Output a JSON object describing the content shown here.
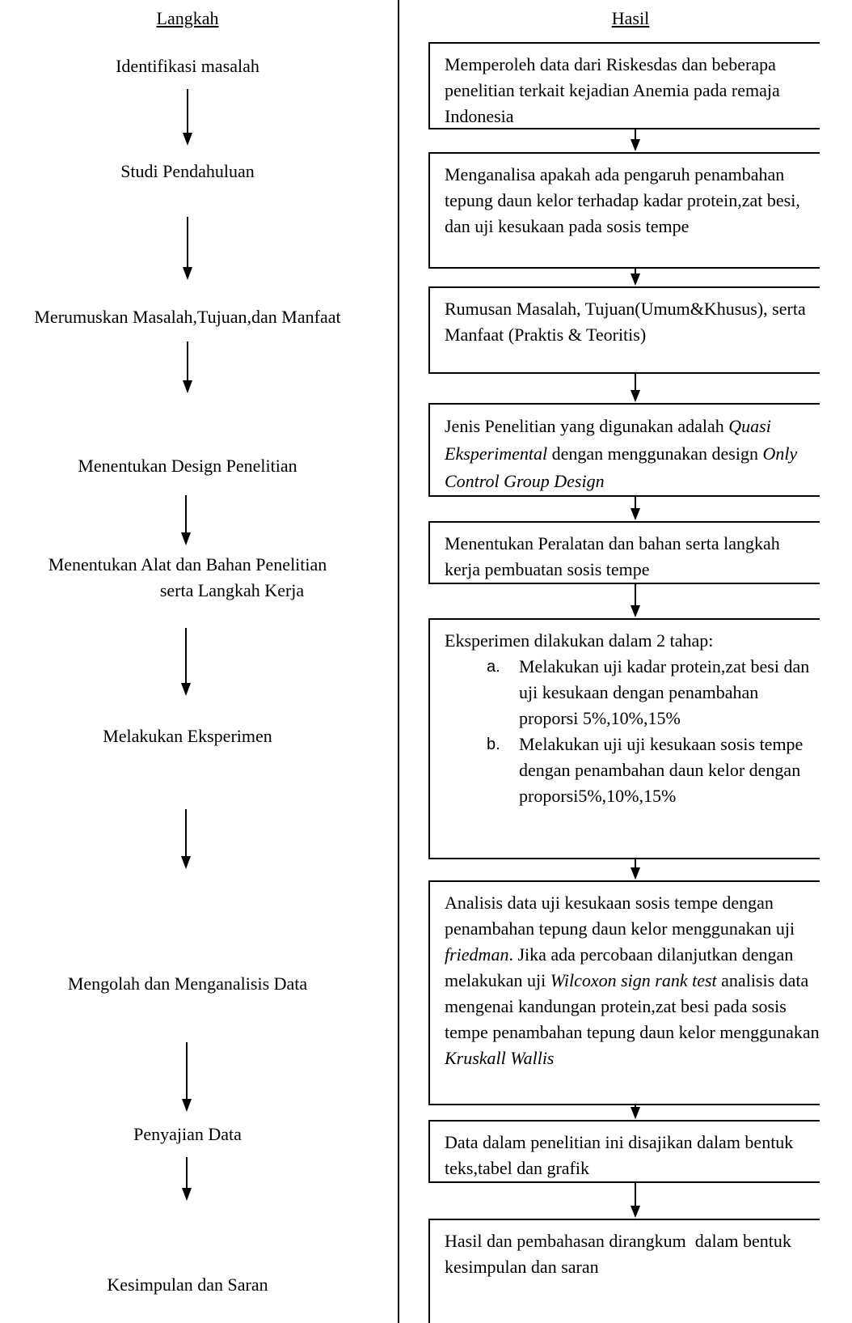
{
  "headers": {
    "left": "Langkah",
    "right": "Hasil"
  },
  "steps": [
    {
      "line1": "Identifikasi masalah"
    },
    {
      "line1": "Studi Pendahuluan"
    },
    {
      "line1": "Merumuskan Masalah,Tujuan,dan Manfaat"
    },
    {
      "line1": "Menentukan Design Penelitian"
    },
    {
      "line1": "Menentukan Alat dan Bahan Penelitian",
      "line2": "serta Langkah Kerja"
    },
    {
      "line1": "Melakukan Eksperimen"
    },
    {
      "line1": "Mengolah dan Menganalisis Data"
    },
    {
      "line1": "Penyajian Data"
    },
    {
      "line1": "Kesimpulan dan Saran"
    }
  ],
  "results": [
    {
      "text": "Memperoleh data dari Riskesdas dan beberapa penelitian terkait kejadian Anemia pada remaja Indonesia"
    },
    {
      "text": "Menganalisa apakah ada pengaruh penambahan tepung daun kelor terhadap kadar protein,zat besi, dan uji kesukaan pada sosis tempe"
    },
    {
      "text": "Rumusan Masalah, Tujuan(Umum&Khusus), serta Manfaat (Praktis & Teoritis)"
    },
    {
      "part1": "Jenis Penelitian yang digunakan adalah ",
      "em1": "Quasi Eksperimental",
      "part2": " dengan menggunakan design ",
      "em2": "Only Control Group Design"
    },
    {
      "text": "Menentukan Peralatan dan bahan serta langkah kerja pembuatan sosis tempe"
    },
    {
      "intro": "Eksperimen dilakukan dalam 2 tahap:",
      "items": [
        {
          "marker": "a.",
          "text": "Melakukan uji kadar protein,zat besi dan uji kesukaan dengan penambahan proporsi 5%,10%,15%"
        },
        {
          "marker": "b.",
          "text": "Melakukan uji uji kesukaan sosis tempe dengan penambahan daun kelor dengan proporsi5%,10%,15%"
        }
      ]
    },
    {
      "part1": "Analisis data uji kesukaan sosis tempe dengan penambahan tepung daun kelor menggunakan uji ",
      "em1": "friedman",
      "part2": ". Jika ada percobaan dilanjutkan dengan melakukan uji ",
      "em2": "Wilcoxon sign rank test",
      "part3": " analisis data mengenai kandungan protein,zat besi pada sosis tempe penambahan tepung daun kelor menggunakan ",
      "em3": "Kruskall Wallis"
    },
    {
      "text": "Data dalam penelitian ini disajikan dalam bentuk teks,tabel dan grafik"
    },
    {
      "text": "Hasil dan pembahasan dirangkum  dalam bentuk kesimpulan dan saran"
    }
  ]
}
